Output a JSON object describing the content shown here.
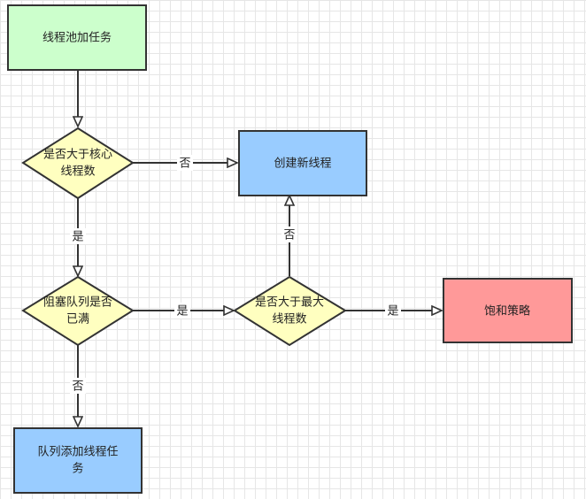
{
  "colors": {
    "start_fill": "#ccffcc",
    "process_fill": "#99ccff",
    "decision_fill": "#ffffc0",
    "terminal_fill": "#ff9999",
    "stroke": "#333333"
  },
  "nodes": {
    "start": {
      "lines": [
        "线程池加任务"
      ]
    },
    "core_check": {
      "lines": [
        "是否大于核心",
        "线程数"
      ]
    },
    "create_thread": {
      "lines": [
        "创建新线程"
      ]
    },
    "queue_full": {
      "lines": [
        "阻塞队列是否",
        "已满"
      ]
    },
    "max_check": {
      "lines": [
        "是否大于最大",
        "线程数"
      ]
    },
    "saturation": {
      "lines": [
        "饱和策略"
      ]
    },
    "enqueue": {
      "lines": [
        "队列添加线程任",
        "务"
      ]
    }
  },
  "edges": {
    "core_no": "否",
    "core_yes": "是",
    "queue_yes": "是",
    "queue_no": "否",
    "max_no": "否",
    "max_yes": "是"
  }
}
